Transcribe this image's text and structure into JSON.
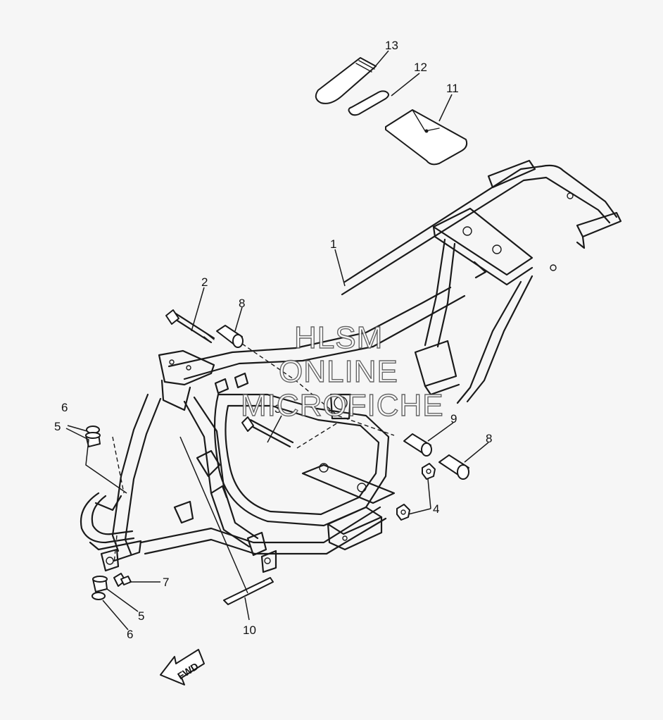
{
  "watermark": {
    "line1": "HLSM",
    "line2": "ONLINE",
    "line3": "MICROFICHE"
  },
  "direction_marker": {
    "label": "FWD"
  },
  "callouts": {
    "c1": "1",
    "c2": "2",
    "c3": "3",
    "c4": "4",
    "c5a": "5",
    "c5b": "5",
    "c6a": "6",
    "c6b": "6",
    "c7": "7",
    "c8a": "8",
    "c8b": "8",
    "c9": "9",
    "c10": "10",
    "c11": "11",
    "c12": "12",
    "c13": "13"
  }
}
